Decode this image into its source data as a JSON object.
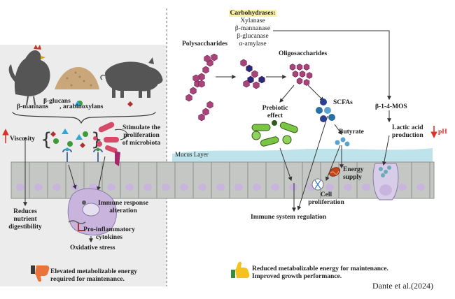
{
  "carbohydrases": {
    "title": "Carbohydrases:",
    "enzymes": [
      "Xylanase",
      "β-mannanase",
      "β-glucanase",
      "α-amylase"
    ]
  },
  "left": {
    "fibres_line1": "β-glucans",
    "fibres_line2a": "β-mannans",
    "fibres_line2b": ", arabinoxylans",
    "viscosity": "Viscosity",
    "stimulate_l1": "Stimulate the",
    "stimulate_l2": "proliferation",
    "stimulate_l3": "of microbiota",
    "reduces_l1": "Reduces",
    "reduces_l2": "nutrient",
    "reduces_l3": "digestibility",
    "immune_alt_l1": "Immune response",
    "immune_alt_l2": "alteration",
    "proinf_l1": "Pro-inflammatory",
    "proinf_l2": "cytokines",
    "oxidative": "Oxidative stress",
    "outcome_l1": "Elevated metabolizable energy",
    "outcome_l2": "required for maintenance."
  },
  "right": {
    "polysaccharides": "Polysaccharides",
    "oligosaccharides": "Oligosaccharides",
    "prebiotic_l1": "Prebiotic",
    "prebiotic_l2": "effect",
    "scfas": "SCFAs",
    "butyrate": "Butyrate",
    "mos": "β-1-4-MOS",
    "lactic_l1": "Lactic acid",
    "lactic_l2": "production",
    "ph": "pH",
    "mucus": "Mucus Layer",
    "energy_l1": "Energy",
    "energy_l2": "supply",
    "cell_l1": "Cell",
    "cell_l2": "proliferation",
    "immune_reg": "Immune system regulation",
    "outcome_l1": "Reduced metabolizable energy for maintenance.",
    "outcome_l2": "Improved growth performance."
  },
  "credit": "Dante et al.(2024)",
  "colors": {
    "epithelium": "#c4c7c4",
    "mucus": "#bfe3ea",
    "nucleus": "#c9b4dd",
    "polysaccharide": "#a8447a",
    "enzyme_dark": "#262a78",
    "scfa": "#2a6fa3",
    "bacteria_green": "#7cc542",
    "arrow_up_red": "#d9332b",
    "thumb_down": "#e8743b",
    "thumb_up": "#f3c21f"
  },
  "icons": [
    "chicken-icon",
    "feed-pile-icon",
    "pig-icon",
    "thumbs-down-icon",
    "thumbs-up-icon",
    "mitochondria-icon",
    "dna-icon"
  ]
}
